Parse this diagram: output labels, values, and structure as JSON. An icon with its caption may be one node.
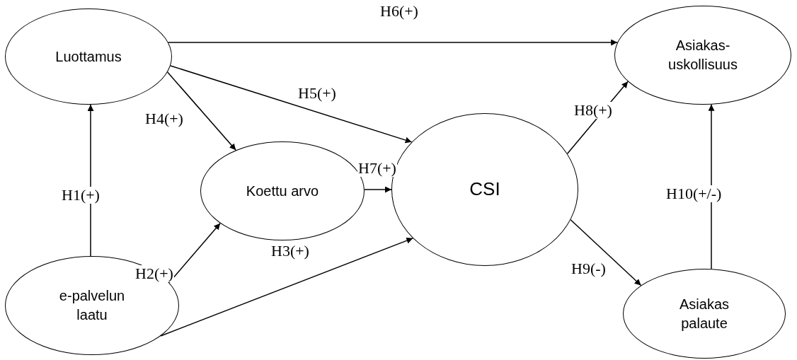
{
  "diagram": {
    "nodes": [
      {
        "text": [
          "Luottamus"
        ]
      },
      {
        "text": [
          "Asiakas- uskollisuus"
        ]
      },
      {
        "text": [
          "Koettu arvo"
        ]
      },
      {
        "text": [
          "CSI"
        ]
      },
      {
        "text": [
          "e-palvelun laatu"
        ]
      },
      {
        "text": [
          "Asiakas palaute"
        ]
      }
    ],
    "edges": [
      {
        "from": 4,
        "to": 0,
        "arrow": "to",
        "label": "H1(+)"
      },
      {
        "from": 4,
        "to": 2,
        "arrow": "to",
        "label": "H2(+)"
      },
      {
        "from": 4,
        "to": 3,
        "arrow": "to",
        "label": "H3(+)"
      },
      {
        "from": 0,
        "to": 2,
        "arrow": "to",
        "label": "H4(+)"
      },
      {
        "from": 0,
        "to": 3,
        "arrow": "to",
        "label": "H5(+)"
      },
      {
        "from": 0,
        "to": 1,
        "arrow": "to",
        "label": "H6(+)"
      },
      {
        "from": 2,
        "to": 3,
        "arrow": "to",
        "label": "H7(+)"
      },
      {
        "from": 3,
        "to": 1,
        "arrow": "to",
        "label": "H8(+)"
      },
      {
        "from": 3,
        "to": 5,
        "arrow": "to",
        "label": "H9(-)"
      },
      {
        "from": 5,
        "to": 1,
        "arrow": "to",
        "label": "H10(+/-)"
      }
    ]
  }
}
